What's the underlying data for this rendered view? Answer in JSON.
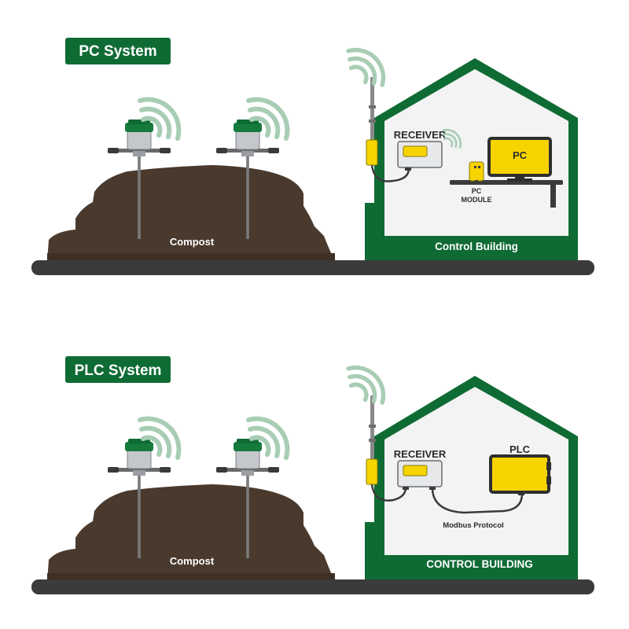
{
  "colors": {
    "green": "#0f6b34",
    "soil": "#4a3a2e",
    "ground": "#3b3b3b",
    "yellow": "#f7d400",
    "wave": "#a8cdb4"
  },
  "pc_panel": {
    "title": "PC System",
    "compost_label": "Compost",
    "receiver_label": "RECEIVER",
    "pc_label": "PC",
    "module_label_line1": "PC",
    "module_label_line2": "MODULE",
    "building_label": "Control Building"
  },
  "plc_panel": {
    "title": "PLC System",
    "compost_label": "Compost",
    "receiver_label": "RECEIVER",
    "plc_label": "PLC",
    "protocol_label": "Modbus Protocol",
    "building_label": "CONTROL BUILDING"
  },
  "icons": [
    "wireless-wave-icon",
    "sensor-probe-icon",
    "antenna-icon",
    "receiver-box-icon",
    "pc-monitor-icon",
    "pc-module-icon",
    "plc-unit-icon"
  ]
}
